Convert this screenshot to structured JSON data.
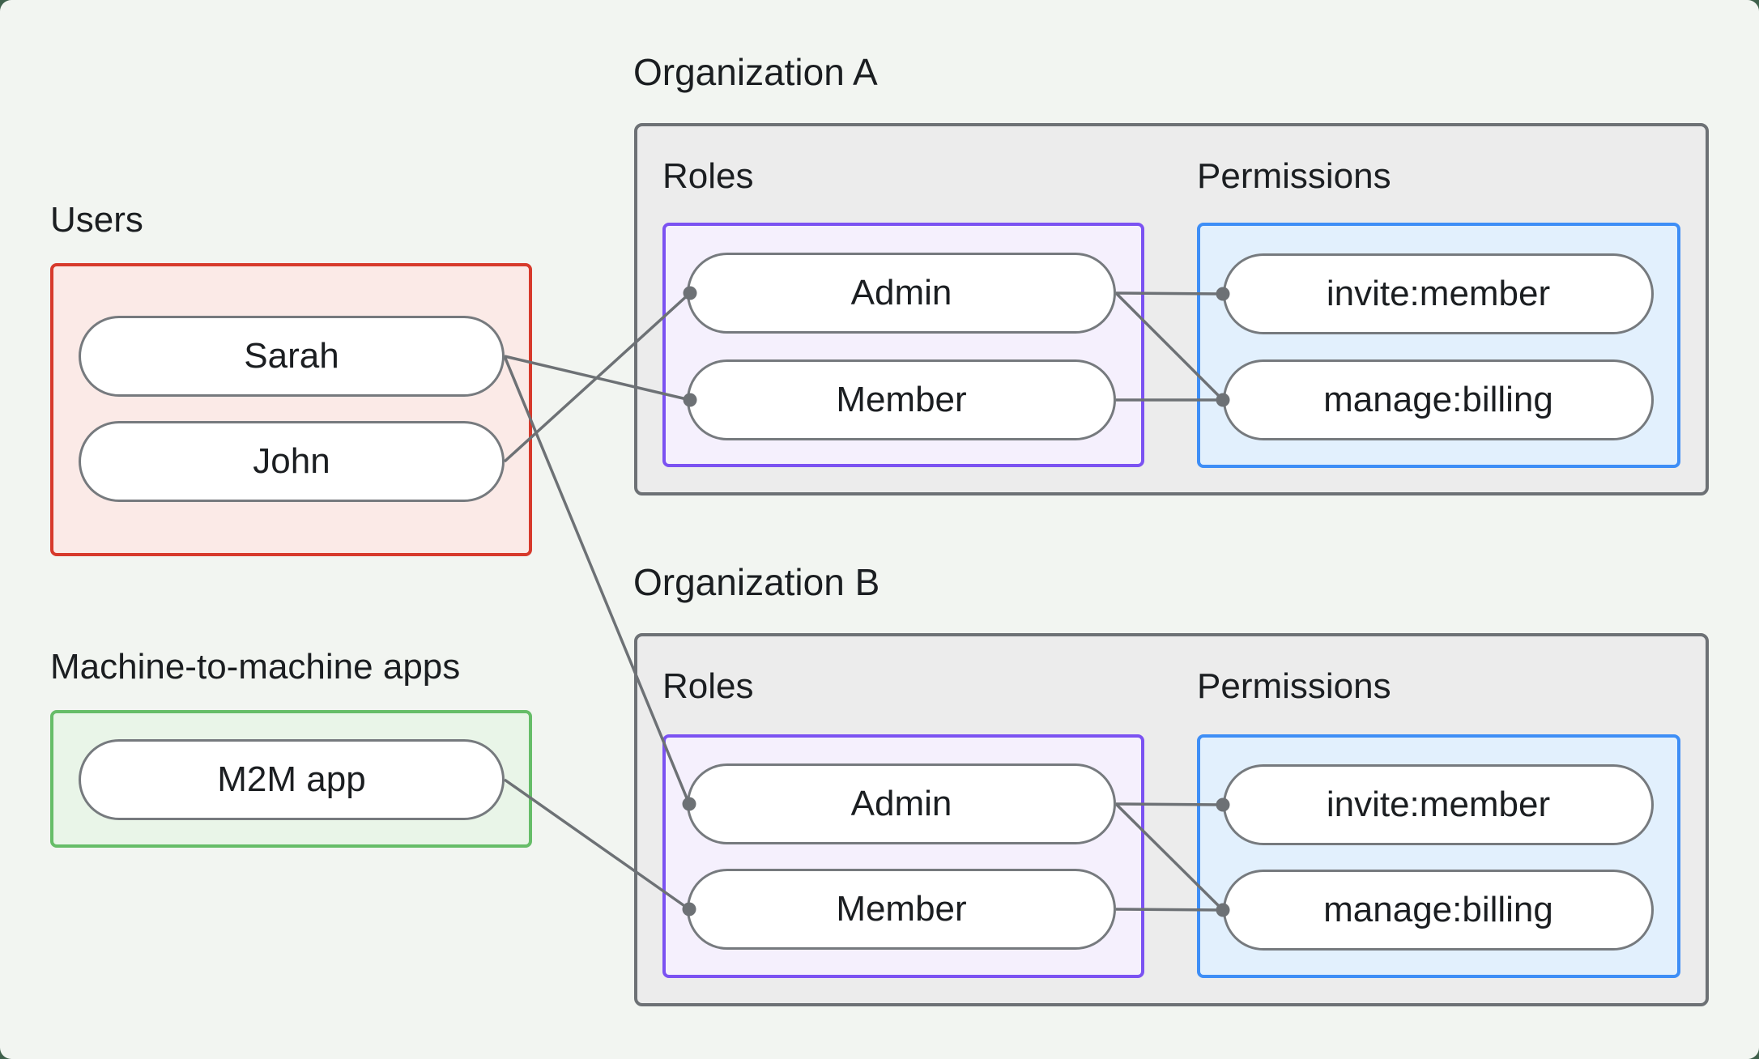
{
  "labels": {
    "users": "Users",
    "m2m": "Machine-to-machine apps"
  },
  "user_nodes": [
    {
      "id": "sarah",
      "label": "Sarah"
    },
    {
      "id": "john",
      "label": "John"
    }
  ],
  "m2m_nodes": [
    {
      "id": "m2m",
      "label": "M2M app"
    }
  ],
  "orgs": [
    {
      "id": "orgA",
      "title": "Organization A",
      "roles_label": "Roles",
      "permissions_label": "Permissions",
      "roles": [
        {
          "id": "orgA.admin",
          "label": "Admin"
        },
        {
          "id": "orgA.member",
          "label": "Member"
        }
      ],
      "permissions": [
        {
          "id": "orgA.invite",
          "label": "invite:member"
        },
        {
          "id": "orgA.manage",
          "label": "manage:billing"
        }
      ]
    },
    {
      "id": "orgB",
      "title": "Organization B",
      "roles_label": "Roles",
      "permissions_label": "Permissions",
      "roles": [
        {
          "id": "orgB.admin",
          "label": "Admin"
        },
        {
          "id": "orgB.member",
          "label": "Member"
        }
      ],
      "permissions": [
        {
          "id": "orgB.invite",
          "label": "invite:member"
        },
        {
          "id": "orgB.manage",
          "label": "manage:billing"
        }
      ]
    }
  ],
  "connections": [
    {
      "from": "sarah",
      "to": "orgA.member"
    },
    {
      "from": "sarah",
      "to": "orgB.admin"
    },
    {
      "from": "john",
      "to": "orgA.admin"
    },
    {
      "from": "m2m",
      "to": "orgB.member"
    },
    {
      "from": "orgA.admin",
      "to": "orgA.invite"
    },
    {
      "from": "orgA.admin",
      "to": "orgA.manage"
    },
    {
      "from": "orgA.member",
      "to": "orgA.manage"
    },
    {
      "from": "orgB.admin",
      "to": "orgB.invite"
    },
    {
      "from": "orgB.admin",
      "to": "orgB.manage"
    },
    {
      "from": "orgB.member",
      "to": "orgB.manage"
    }
  ],
  "colors": {
    "canvas-bg": "#f2f5f1",
    "frame-bg": "#3f614c",
    "text": "#1b1e21",
    "line": "#6d7175",
    "pill-border": "#767a7e",
    "pill-bg": "#ffffff",
    "org-border": "#6d7175",
    "org-bg": "#ececec",
    "red-border": "#d73a2c",
    "red-bg": "#fbeae7",
    "green-border": "#66bd68",
    "green-bg": "#e9f5e8",
    "purple-border": "#7b52f2",
    "purple-bg": "#f5f0fd",
    "blue-border": "#3e8ef6",
    "blue-bg": "#e2f0fd"
  }
}
